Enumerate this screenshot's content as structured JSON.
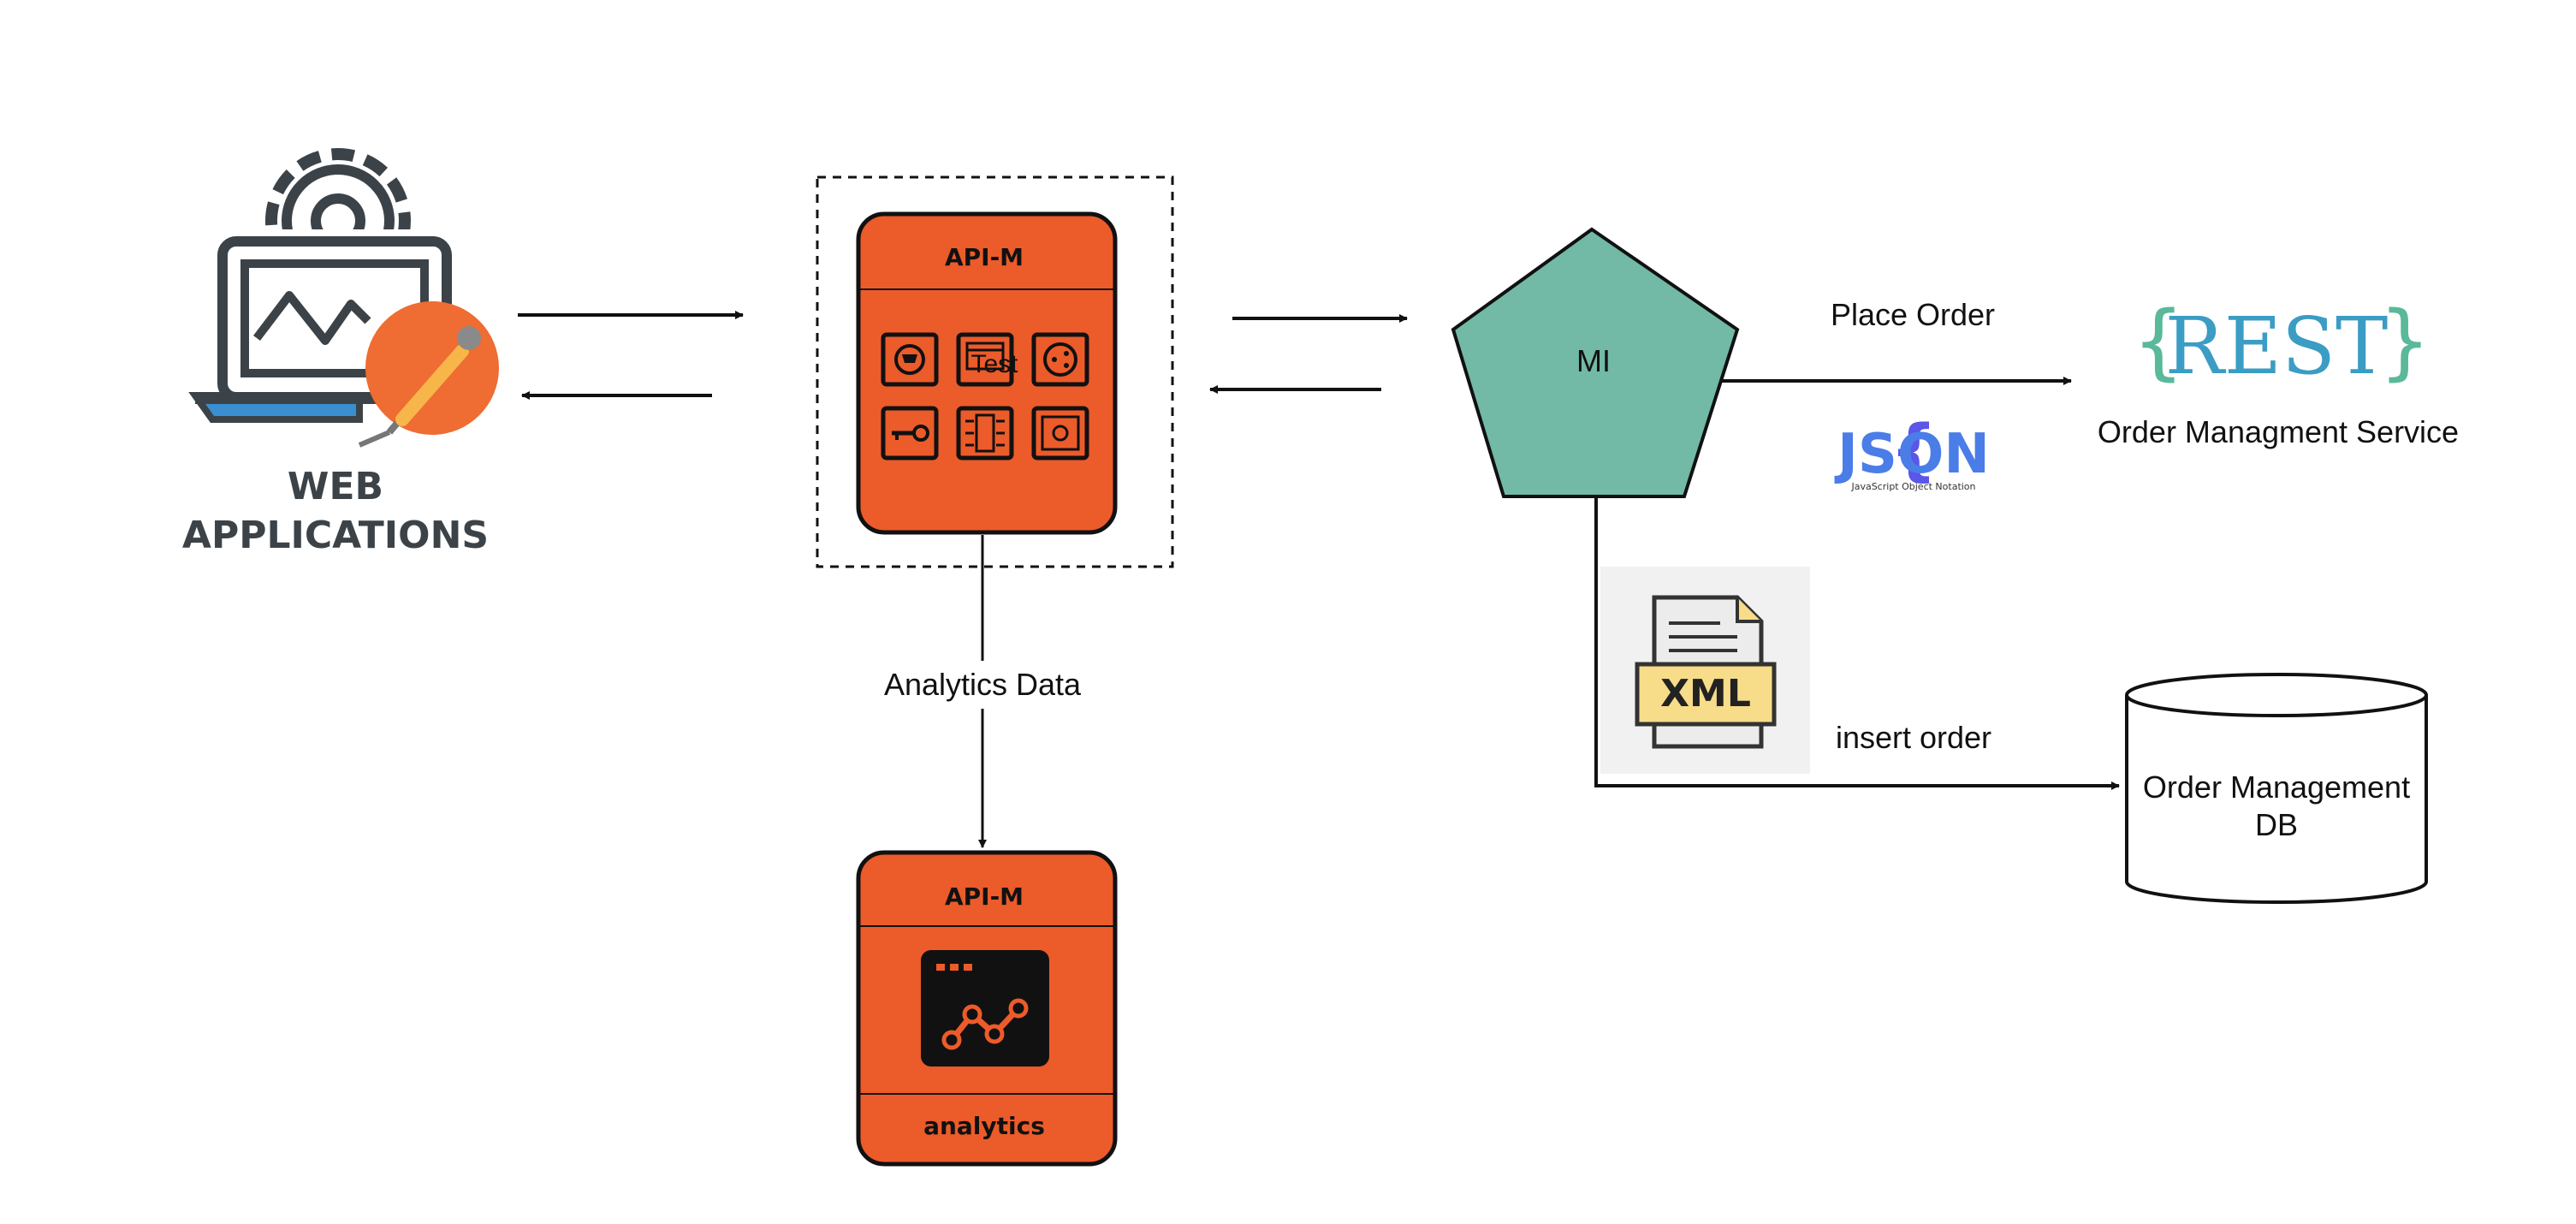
{
  "web_apps": {
    "line1": "WEB",
    "line2": "APPLICATIONS"
  },
  "gateway": {
    "title": "API-M",
    "overlay_text": "Test"
  },
  "analytics": {
    "title": "API-M",
    "footer": "analytics"
  },
  "mi": {
    "label": "MI"
  },
  "edges": {
    "place_order": "Place Order",
    "analytics_data": "Analytics Data",
    "insert_order": "insert order"
  },
  "rest_service": {
    "logo_text": "REST",
    "label": "Order Managment Service"
  },
  "json_logo": {
    "text": "JSON",
    "caption": "JavaScript Object Notation"
  },
  "xml_icon": {
    "text": "XML"
  },
  "database": {
    "line1": "Order Management",
    "line2": "DB"
  },
  "colors": {
    "orange": "#ec5b2a",
    "teal": "#72b9a6",
    "rest_blue": "#3b9cc4",
    "rest_green": "#59b99a",
    "json_purple": "#5a56e8",
    "xml_yellow": "#f7dc8a",
    "postman_orange": "#ef6c33",
    "laptop_gray": "#3c4348",
    "laptop_blue": "#3a8fd0"
  }
}
